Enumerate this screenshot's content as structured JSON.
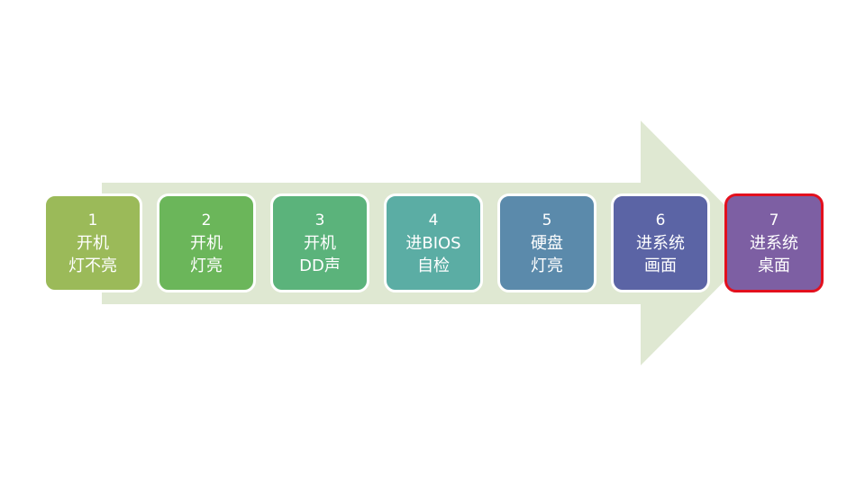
{
  "diagram": {
    "steps": [
      {
        "num": "1",
        "line1": "开机",
        "line2": "灯不亮",
        "color": "#9bba59",
        "highlight": false
      },
      {
        "num": "2",
        "line1": "开机",
        "line2": "灯亮",
        "color": "#6bb65a",
        "highlight": false
      },
      {
        "num": "3",
        "line1": "开机",
        "line2": "DD声",
        "color": "#5bb37b",
        "highlight": false
      },
      {
        "num": "4",
        "line1": "进BIOS",
        "line2": "自检",
        "color": "#5bada4",
        "highlight": false
      },
      {
        "num": "5",
        "line1": "硬盘",
        "line2": "灯亮",
        "color": "#5b8aab",
        "highlight": false
      },
      {
        "num": "6",
        "line1": "进系统",
        "line2": "画面",
        "color": "#5b64a5",
        "highlight": false
      },
      {
        "num": "7",
        "line1": "进系统",
        "line2": "桌面",
        "color": "#7d5fa3",
        "highlight": true
      }
    ],
    "arrow_color": "#dfe8d2",
    "highlight_border_color": "#e3101e"
  }
}
